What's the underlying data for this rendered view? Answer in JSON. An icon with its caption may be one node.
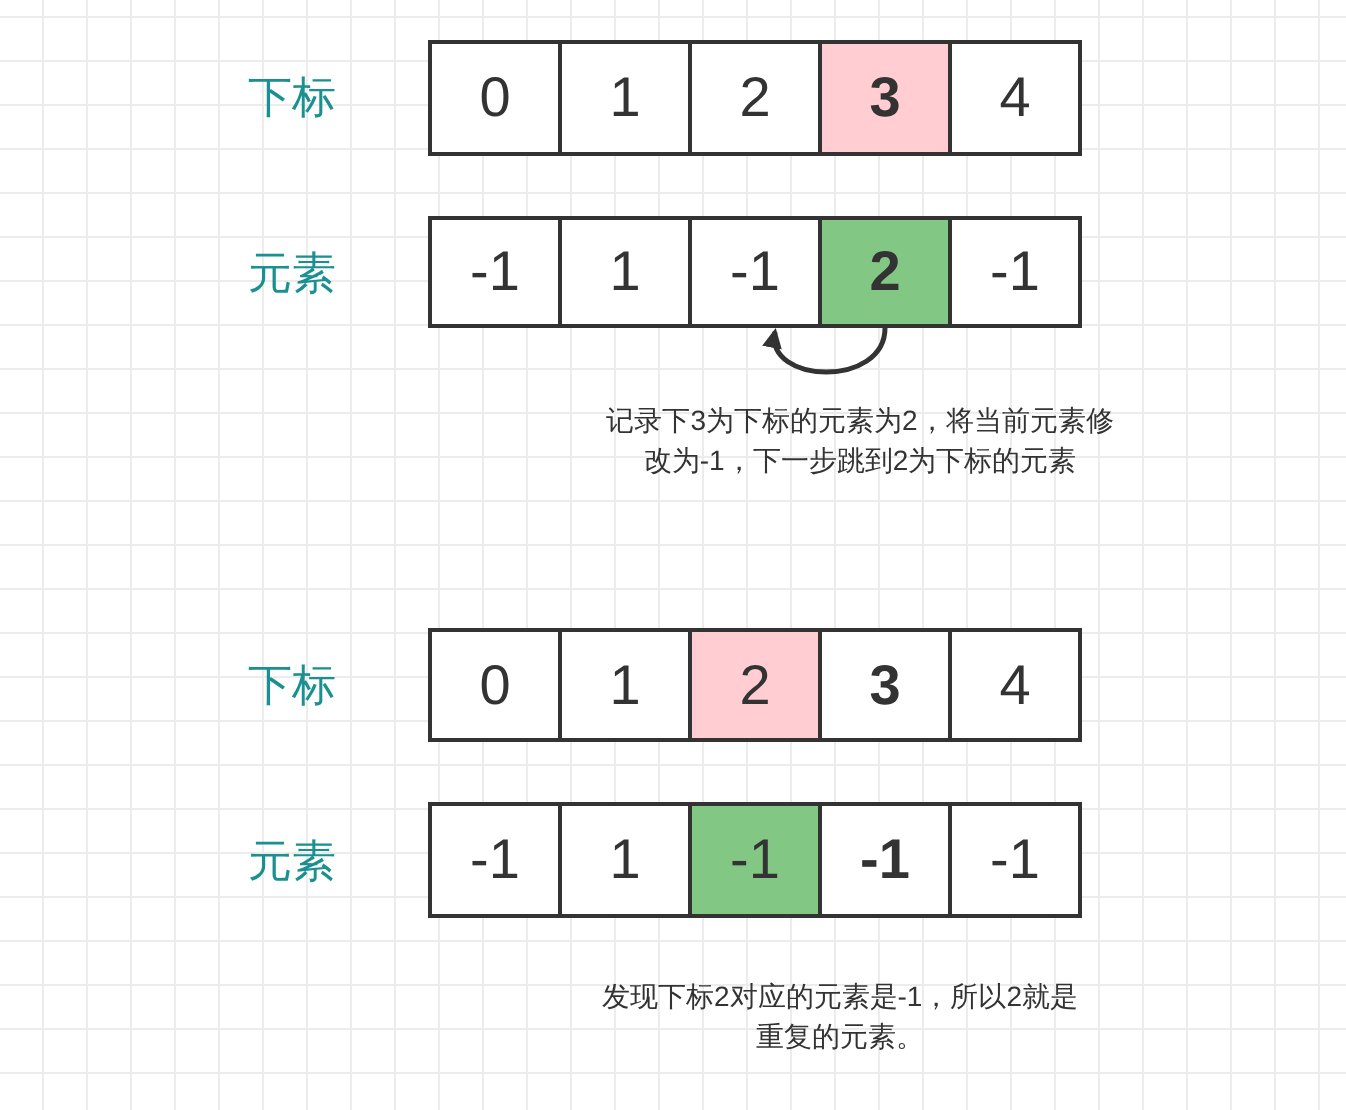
{
  "diagram": {
    "nodes": [
      {
        "text": [
          "0"
        ]
      },
      {
        "text": [
          "1"
        ]
      },
      {
        "text": [
          "2"
        ]
      },
      {
        "text": [
          "3"
        ]
      },
      {
        "text": [
          "4"
        ]
      },
      {
        "text": [
          "-1"
        ]
      },
      {
        "text": [
          "1"
        ]
      },
      {
        "text": [
          "-1"
        ]
      },
      {
        "text": [
          "2"
        ]
      },
      {
        "text": [
          "-1"
        ]
      },
      {
        "text": [
          "0"
        ]
      },
      {
        "text": [
          "1"
        ]
      },
      {
        "text": [
          "2"
        ]
      },
      {
        "text": [
          "3"
        ]
      },
      {
        "text": [
          "4"
        ]
      },
      {
        "text": [
          "-1"
        ]
      },
      {
        "text": [
          "1"
        ]
      },
      {
        "text": [
          "-1"
        ]
      },
      {
        "text": [
          "-1"
        ]
      },
      {
        "text": [
          "-1"
        ]
      }
    ],
    "edges": [
      {
        "from": 8,
        "to": 7,
        "arrow": "to"
      }
    ],
    "labels": [
      "下标",
      "元素",
      "记录下3为下标的元素为2，将当前元素修改为-1，下一步跳到2为下标的元素",
      "下标",
      "元素",
      "发现下标2对应的元素是-1，所以2就是重复的元素。"
    ]
  }
}
